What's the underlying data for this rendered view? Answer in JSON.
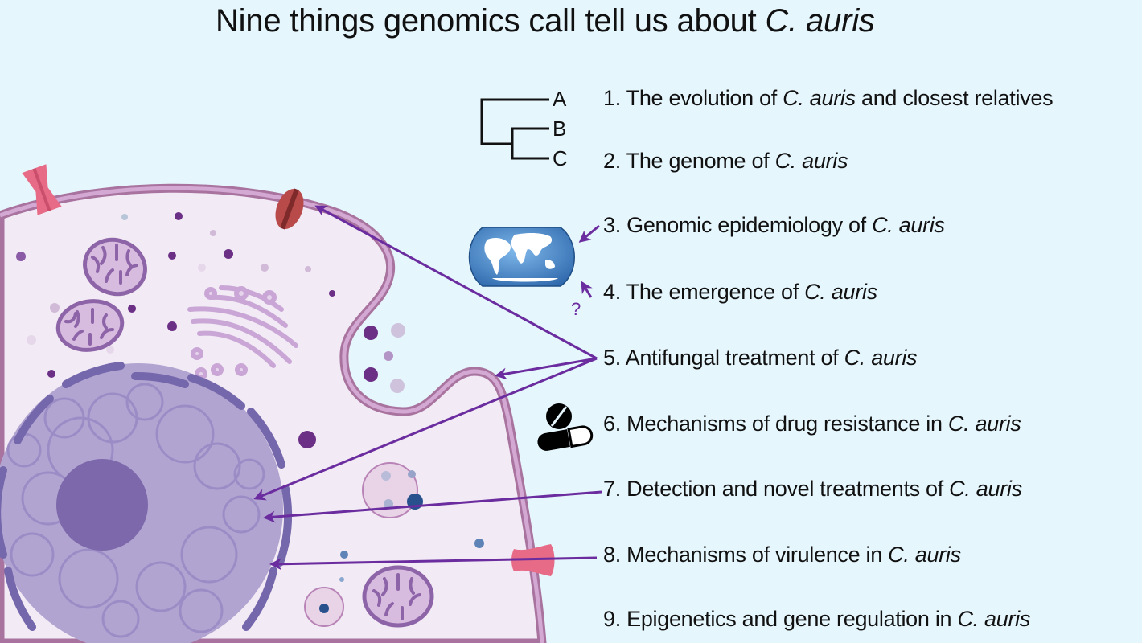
{
  "title": {
    "prefix": "Nine things genomics call tell us about ",
    "species": "C. auris"
  },
  "items": [
    {
      "number": "1.",
      "text": "The evolution of ",
      "species": "C. auris",
      "suffix": " and closest relatives",
      "icon": "phylogenetic-tree-icon"
    },
    {
      "number": "2.",
      "text": "The genome of ",
      "species": "C. auris",
      "suffix": "",
      "icon": ""
    },
    {
      "number": "3.",
      "text": "Genomic epidemiology of ",
      "species": "C. auris",
      "suffix": "",
      "icon": "world-map-icon"
    },
    {
      "number": "4.",
      "text": "The emergence of ",
      "species": "C. auris",
      "suffix": "",
      "icon": "question-mark-icon"
    },
    {
      "number": "5.",
      "text": "Antifungal treatment of ",
      "species": "C. auris",
      "suffix": "",
      "icon": ""
    },
    {
      "number": "6.",
      "text": "Mechanisms of drug resistance in ",
      "species": "C. auris",
      "suffix": "",
      "icon": "pills-icon"
    },
    {
      "number": "7.",
      "text": "Detection and novel treatments of ",
      "species": "C. auris",
      "suffix": "",
      "icon": ""
    },
    {
      "number": "8.",
      "text": "Mechanisms of virulence in ",
      "species": "C. auris",
      "suffix": "",
      "icon": ""
    },
    {
      "number": "9.",
      "text": "Epigenetics and gene regulation in ",
      "species": "C. auris",
      "suffix": "",
      "icon": ""
    }
  ],
  "tree": {
    "labels": [
      "A",
      "B",
      "C"
    ]
  },
  "question_mark": "?",
  "colors": {
    "background": "#e6f6fd",
    "arrow": "#6a2c9e",
    "membrane": "#c79ac7",
    "membrane_dark": "#a8739f",
    "cytoplasm": "#f2eaf4",
    "nucleus": "#b1a4d1",
    "nucleolus": "#7c68ab",
    "nuclear_envelope": "#7567ab",
    "globe": "#3f7fc4",
    "channel_red": "#b84a4a",
    "channel_pink": "#e76a86"
  }
}
